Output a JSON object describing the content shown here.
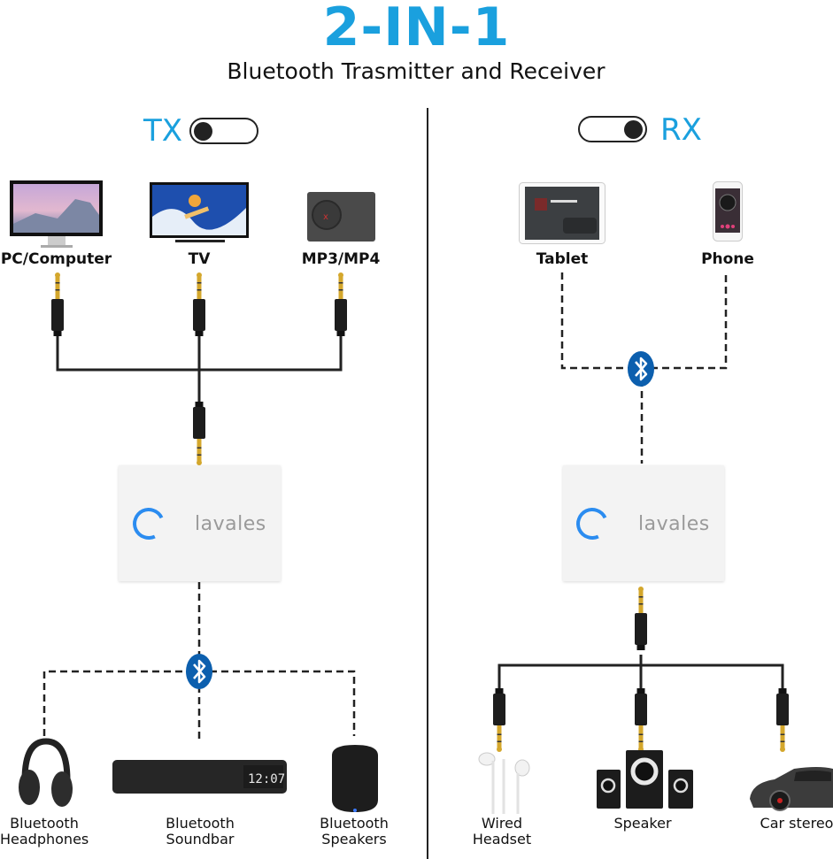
{
  "header": {
    "title": "2-IN-1",
    "subtitle": "Bluetooth Trasmitter and Receiver"
  },
  "colors": {
    "accent": "#1aa0de",
    "bluetooth": "#0c5fae",
    "line": "#222222",
    "device_body": "#f3f3f3"
  },
  "tx": {
    "mode_label": "TX",
    "toggle_state": "left",
    "sources": [
      {
        "label": "PC/Computer",
        "icon": "monitor-icon"
      },
      {
        "label": "TV",
        "icon": "tv-icon"
      },
      {
        "label": "MP3/MP4",
        "icon": "mp3-player-icon"
      }
    ],
    "device_brand": "lavales",
    "outputs": [
      {
        "label_line1": "Bluetooth",
        "label_line2": "Headphones",
        "icon": "headphones-icon"
      },
      {
        "label_line1": "Bluetooth",
        "label_line2": "Soundbar",
        "icon": "soundbar-icon",
        "display": "12:07"
      },
      {
        "label_line1": "Bluetooth",
        "label_line2": "Speakers",
        "icon": "speaker-icon"
      }
    ]
  },
  "rx": {
    "mode_label": "RX",
    "toggle_state": "right",
    "sources": [
      {
        "label": "Tablet",
        "icon": "tablet-icon"
      },
      {
        "label": "Phone",
        "icon": "phone-icon"
      }
    ],
    "device_brand": "lavales",
    "outputs": [
      {
        "label_line1": "Wired",
        "label_line2": "Headset",
        "icon": "earphones-icon"
      },
      {
        "label_line1": "Speaker",
        "label_line2": "",
        "icon": "desktop-speakers-icon"
      },
      {
        "label_line1": "Car stereo",
        "label_line2": "",
        "icon": "car-icon"
      }
    ]
  }
}
